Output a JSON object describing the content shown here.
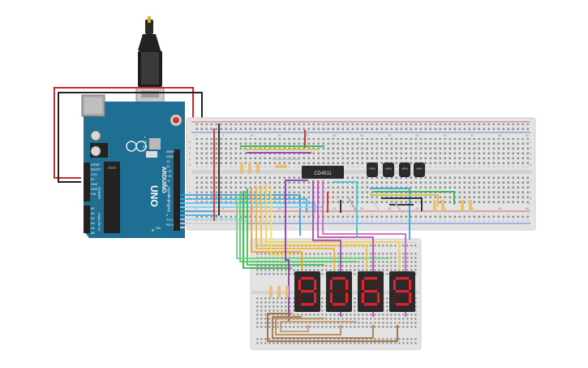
{
  "arduino": {
    "brand": "ARDUINO",
    "model": "UNO",
    "reset_label": "RESET",
    "power_labels": [
      "IOREF",
      "RESET",
      "3.3V",
      "5V",
      "GND",
      "GND",
      "VIN"
    ],
    "power_header": "POWER",
    "analog_labels": [
      "A0",
      "A1",
      "A2",
      "A3",
      "A4",
      "A5"
    ],
    "analog_header": "ANALOG IN",
    "digital_header": "DIGITAL (PWM~)",
    "digital_labels": [
      "AREF",
      "GND",
      "13",
      "12",
      "~11",
      "~10",
      "~9",
      "8",
      "7",
      "~6",
      "~5",
      "4",
      "~3",
      "2",
      "TX 1",
      "RX 0"
    ],
    "on_label": "ON",
    "tx_label": "TX",
    "rx_label": "RX",
    "l_label": "L"
  },
  "main_breadboard": {
    "row_letters": [
      "a",
      "b",
      "c",
      "d",
      "e",
      "f",
      "g",
      "h",
      "i",
      "j"
    ],
    "column_marks": [
      "1",
      "5",
      "10",
      "15",
      "20",
      "25",
      "30",
      "35",
      "40",
      "45",
      "50",
      "55",
      "60"
    ]
  },
  "ic": {
    "label": "CD4511"
  },
  "transistors": {
    "labels": [
      "NPN",
      "NPN",
      "NPN",
      "NPN"
    ]
  },
  "displays": {
    "digits": [
      "9",
      "0",
      "6",
      "9"
    ],
    "color_on": "#e8202a",
    "color_off": "#5a1a1a"
  },
  "colors": {
    "board": "#1f6f94",
    "breadboard": "#e3e3e3",
    "rail_red": "#d83a3a",
    "rail_blue": "#3a5fd8"
  }
}
